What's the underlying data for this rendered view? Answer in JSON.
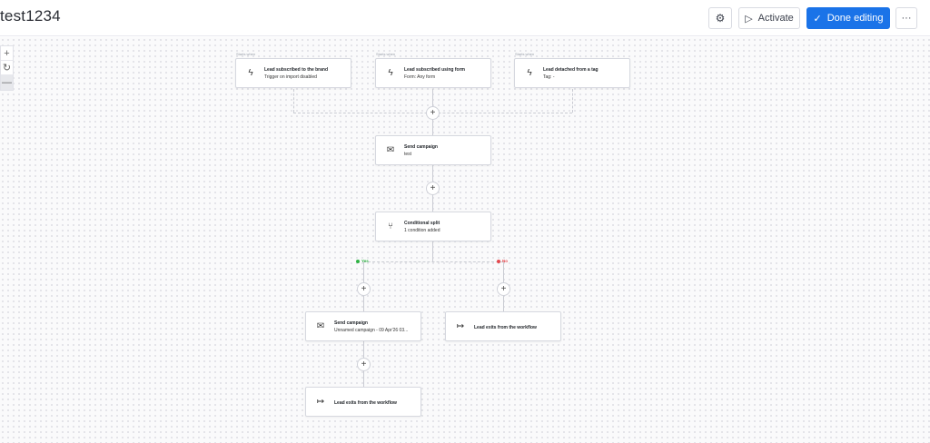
{
  "header": {
    "title": "test1234",
    "activate_label": "Activate",
    "done_label": "Done editing",
    "more_label": "···"
  },
  "zoom": {
    "zoom_in": "+",
    "reset": "↻",
    "zoom_out": "—"
  },
  "triggers": [
    {
      "starts_when": "Starts when",
      "title": "Lead subscribed to the brand",
      "subtitle": "Trigger on import disabled",
      "icon": "lightning-icon"
    },
    {
      "starts_when": "Starts when",
      "title": "Lead subscribed using form",
      "subtitle": "Form: Any form",
      "icon": "lightning-icon"
    },
    {
      "starts_when": "Starts when",
      "title": "Lead detached from a tag",
      "subtitle": "Tag: -",
      "icon": "lightning-icon"
    }
  ],
  "steps": {
    "send_campaign_1": {
      "title": "Send campaign",
      "subtitle": "test",
      "icon": "mail-icon"
    },
    "conditional_split": {
      "title": "Conditional split",
      "subtitle": "1 condition added",
      "icon": "split-icon"
    },
    "send_campaign_2": {
      "title": "Send campaign",
      "subtitle": "Unnamed campaign - 09 Apr'26 03...",
      "icon": "mail-icon"
    },
    "exit_left": {
      "title": "Lead exits from the workflow",
      "icon": "exit-icon"
    },
    "exit_right": {
      "title": "Lead exits from the workflow",
      "icon": "exit-icon"
    }
  },
  "branches": {
    "yes_label": "Yes",
    "no_label": "No",
    "yes_color": "#2fb344",
    "no_color": "#e5484d"
  },
  "colors": {
    "primary": "#1a73e8"
  }
}
